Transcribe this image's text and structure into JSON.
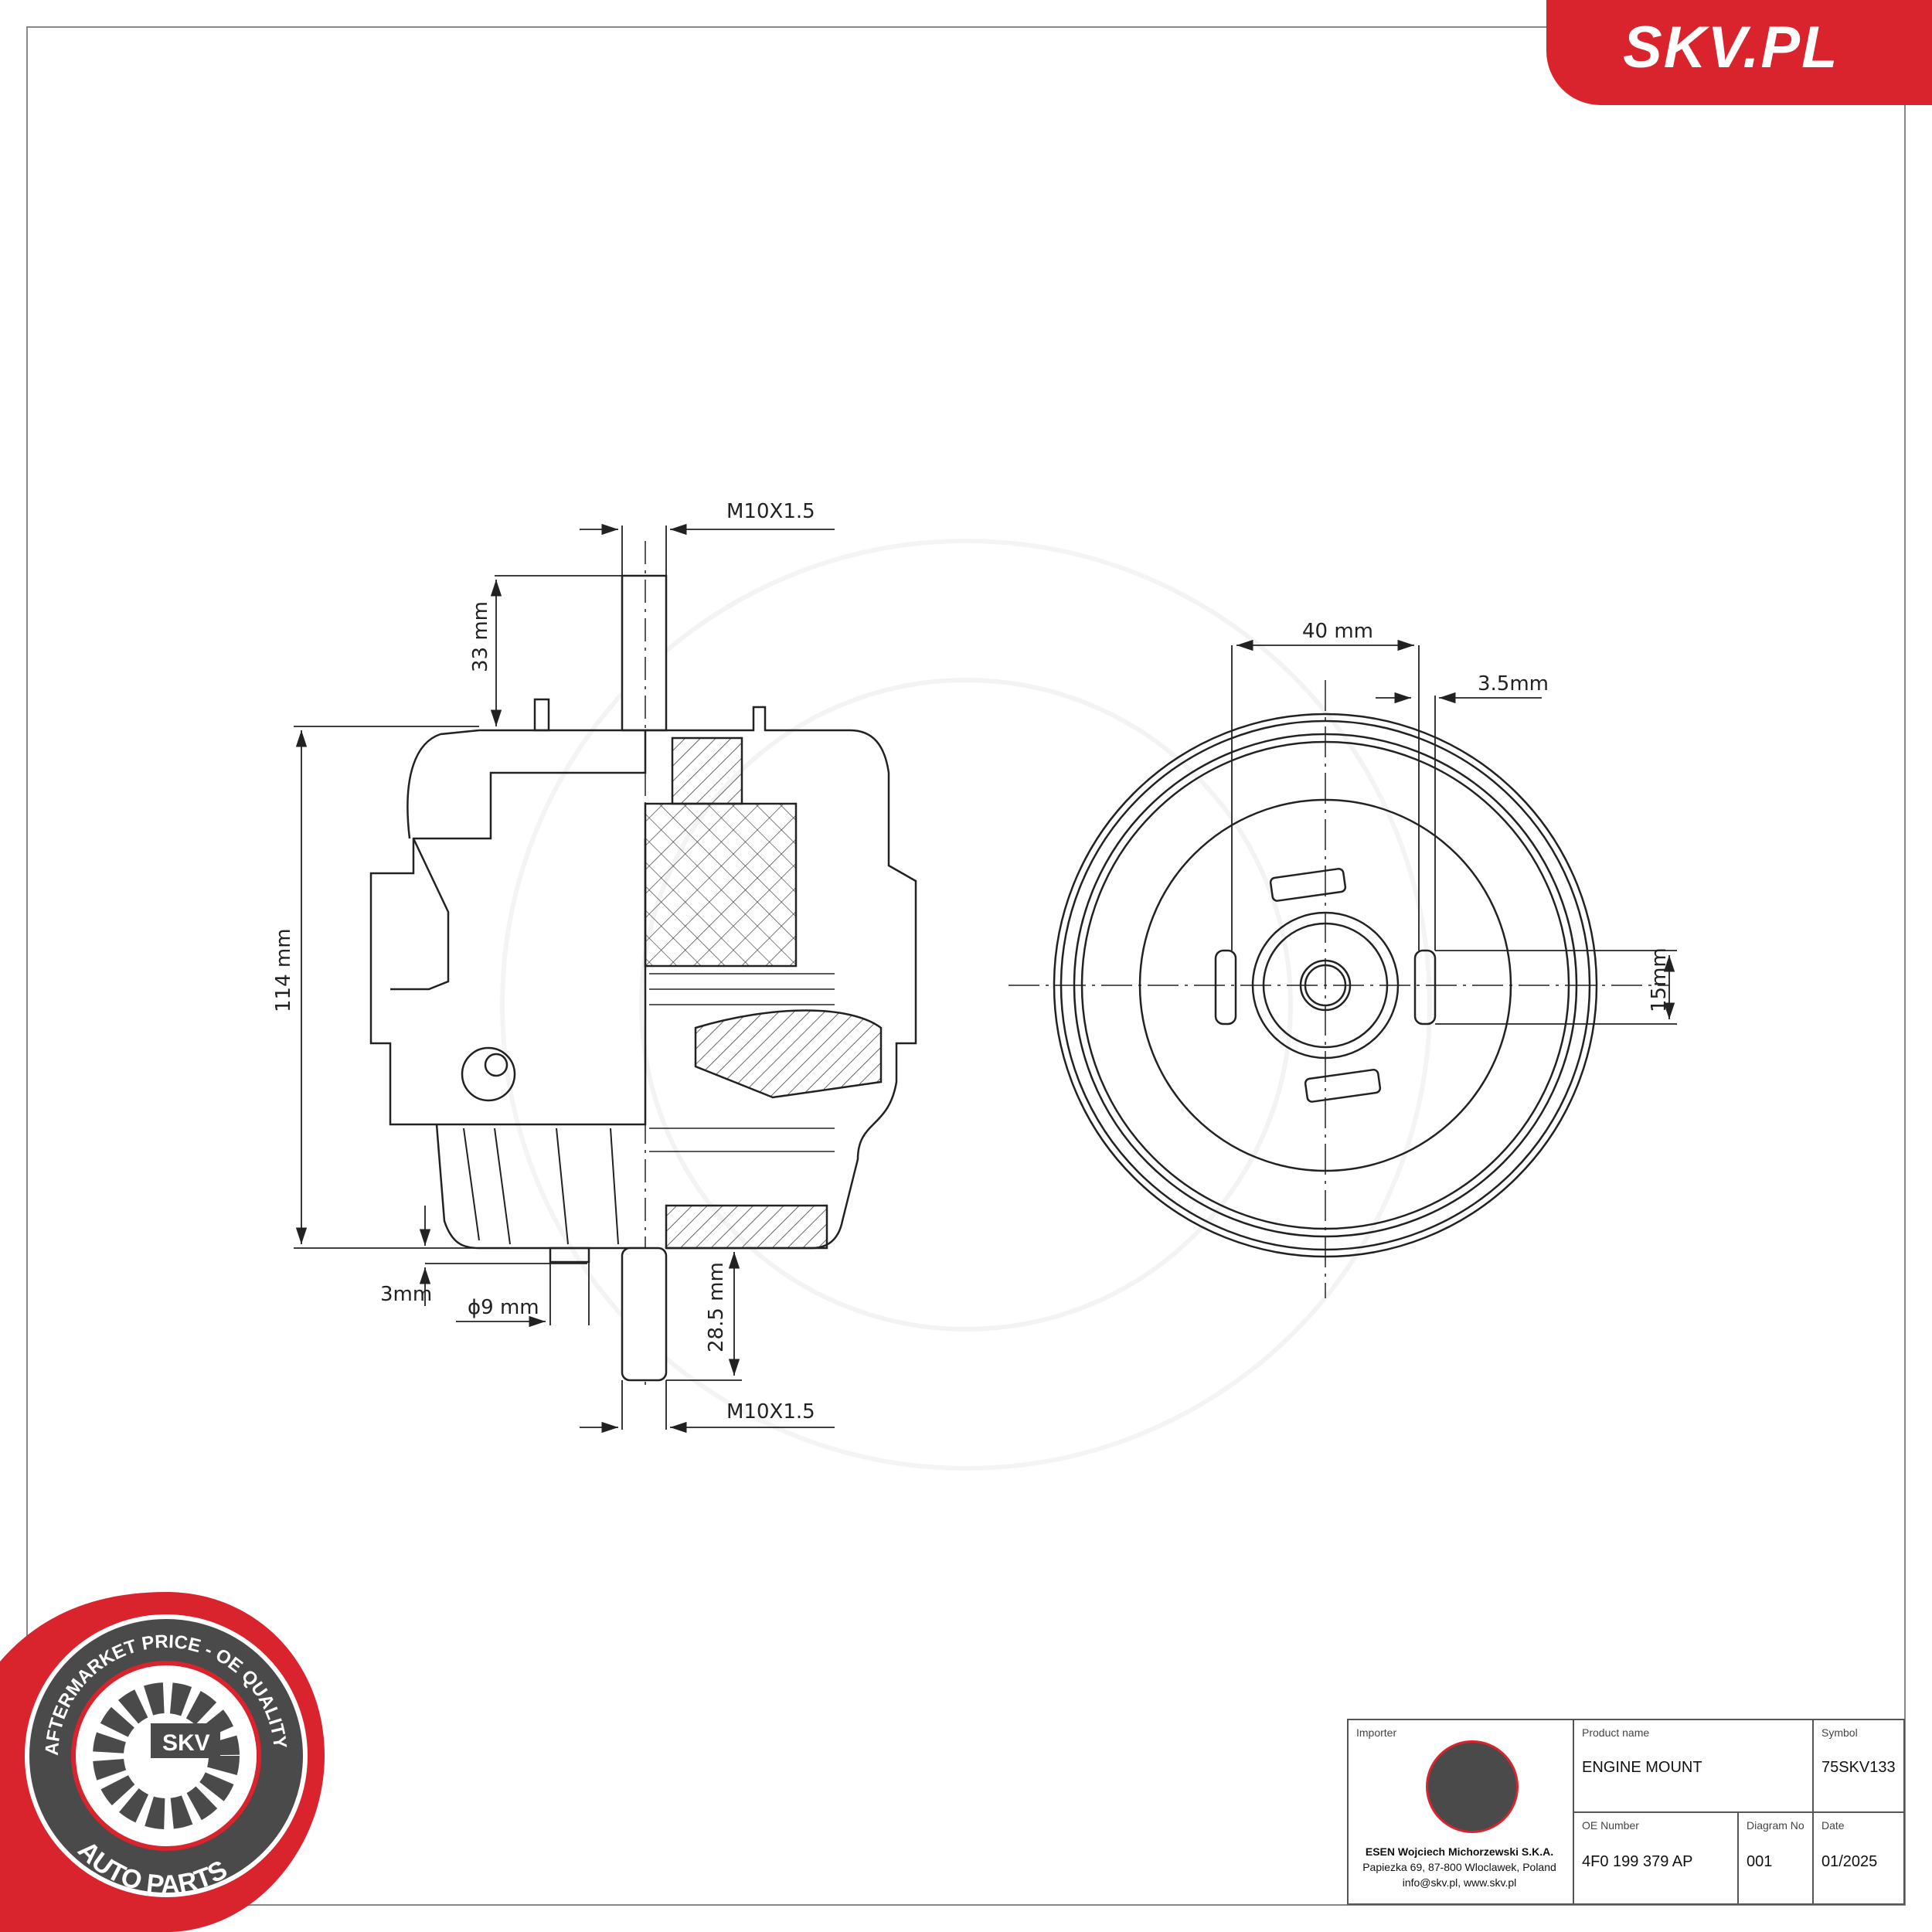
{
  "brand": {
    "logo_text": "SKV.PL",
    "accent_color": "#d9232d"
  },
  "badge": {
    "top_text": "AFTERMARKET PRICE - OE QUALITY",
    "center_text": "SKV",
    "bottom_text": "AUTO PARTS"
  },
  "drawing": {
    "side_view": {
      "dim_top_thread": "M10X1.5",
      "dim_stud_height": "33 mm",
      "dim_total_height": "114 mm",
      "dim_offset": "3mm",
      "dim_pin_diameter": "ϕ9 mm",
      "dim_bottom_stud": "28.5 mm",
      "dim_bottom_thread": "M10X1.5"
    },
    "top_view": {
      "dim_slot_spacing": "40 mm",
      "dim_slot_width": "3.5mm",
      "dim_slot_length": "15mm"
    }
  },
  "title_block": {
    "importer_label": "Importer",
    "importer_name": "ESEN Wojciech Michorzewski S.K.A.",
    "importer_address": "Papiezka 69, 87-800 Wloclawek, Poland",
    "importer_contact": "info@skv.pl, www.skv.pl",
    "product_name_label": "Product name",
    "product_name": "ENGINE MOUNT",
    "symbol_label": "Symbol",
    "symbol": "75SKV133",
    "oe_number_label": "OE Number",
    "oe_number": "4F0 199 379 AP",
    "diagram_no_label": "Diagram No",
    "diagram_no": "001",
    "date_label": "Date",
    "date": "01/2025"
  }
}
